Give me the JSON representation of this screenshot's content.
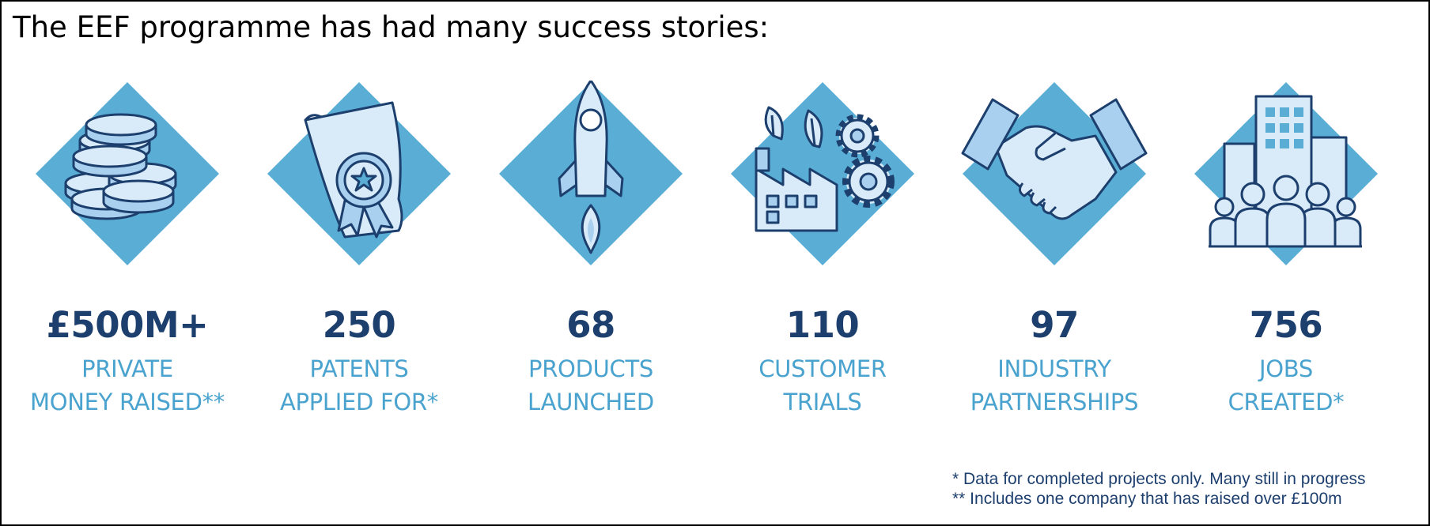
{
  "title": "The EEF programme has had many success stories:",
  "colors": {
    "diamond": "#5aaed6",
    "icon_fill": "#d9ebf8",
    "icon_light": "#a9d0ee",
    "icon_stroke": "#1d3f6e",
    "value_text": "#1d3f6e",
    "label_text": "#4aa3cf"
  },
  "stats": [
    {
      "icon": "coins-icon",
      "value": "£500M+",
      "label_line1": "PRIVATE",
      "label_line2": "MONEY RAISED**"
    },
    {
      "icon": "certificate-icon",
      "value": "250",
      "label_line1": "PATENTS",
      "label_line2": "APPLIED FOR*"
    },
    {
      "icon": "rocket-icon",
      "value": "68",
      "label_line1": "PRODUCTS",
      "label_line2": "LAUNCHED"
    },
    {
      "icon": "factory-icon",
      "value": "110",
      "label_line1": "CUSTOMER",
      "label_line2": "TRIALS"
    },
    {
      "icon": "handshake-icon",
      "value": "97",
      "label_line1": "INDUSTRY",
      "label_line2": "PARTNERSHIPS"
    },
    {
      "icon": "people-buildings-icon",
      "value": "756",
      "label_line1": "JOBS",
      "label_line2": "CREATED*"
    }
  ],
  "footnotes": {
    "note1": "* Data for completed projects only. Many still in progress",
    "note2": "** Includes one company that has raised over £100m"
  }
}
